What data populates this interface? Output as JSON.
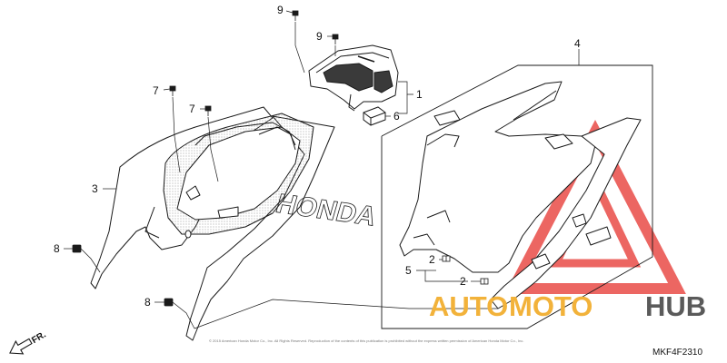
{
  "diagram": {
    "callouts": [
      {
        "id": "c9a",
        "label": "9"
      },
      {
        "id": "c9b",
        "label": "9"
      },
      {
        "id": "c7a",
        "label": "7"
      },
      {
        "id": "c7b",
        "label": "7"
      },
      {
        "id": "c1",
        "label": "1"
      },
      {
        "id": "c6",
        "label": "6"
      },
      {
        "id": "c3",
        "label": "3"
      },
      {
        "id": "c4",
        "label": "4"
      },
      {
        "id": "c8a",
        "label": "8"
      },
      {
        "id": "c8b",
        "label": "8"
      },
      {
        "id": "c2a",
        "label": "2"
      },
      {
        "id": "c5",
        "label": "5"
      },
      {
        "id": "c2b",
        "label": "2"
      }
    ],
    "direction_label": "FR.",
    "part_code": "MKF4F2310",
    "copyright": "© 2015 American Honda Motor Co., Inc. All Rights Reserved. Reproduction of the contents of this publication is prohibited without the express written permission of American Honda Motor Co., Inc.",
    "decal_text": "HONDA",
    "watermark": {
      "part1": "AUTO",
      "part2": "MOTO",
      "part3": "HUB"
    },
    "colors": {
      "watermark_red": "#e8413c",
      "watermark_orange": "#f2b23a",
      "watermark_gray": "#5a5a5a",
      "line": "#1a1a1a"
    }
  }
}
